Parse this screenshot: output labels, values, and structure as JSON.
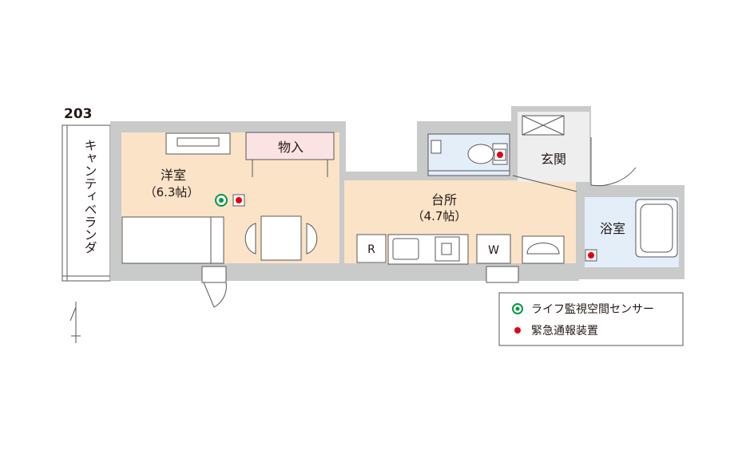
{
  "unit_number": "203",
  "rooms": {
    "veranda": "キャンティベランダ",
    "western_room": {
      "name": "洋室",
      "size": "（6.3帖）"
    },
    "closet": "物入",
    "kitchen": {
      "name": "台所",
      "size": "（4.7帖）"
    },
    "entrance": "玄関",
    "bathroom": "浴室"
  },
  "appliances": {
    "refrigerator": "R",
    "washer": "W"
  },
  "legend": {
    "sensor": "ライフ監視空間センサー",
    "alarm": "緊急通報装置"
  },
  "colors": {
    "wall": "#c9caca",
    "wood_floor": "#fbe3c8",
    "wet_area": "#e3eef9",
    "closet": "#fbe2e3",
    "entrance": "#eeeeee",
    "sensor": "#009944",
    "alarm": "#e60012"
  },
  "icons": {
    "sensor": "green-circle-sensor-icon",
    "alarm": "red-dot-alarm-icon",
    "north": "north-arrow-icon"
  }
}
